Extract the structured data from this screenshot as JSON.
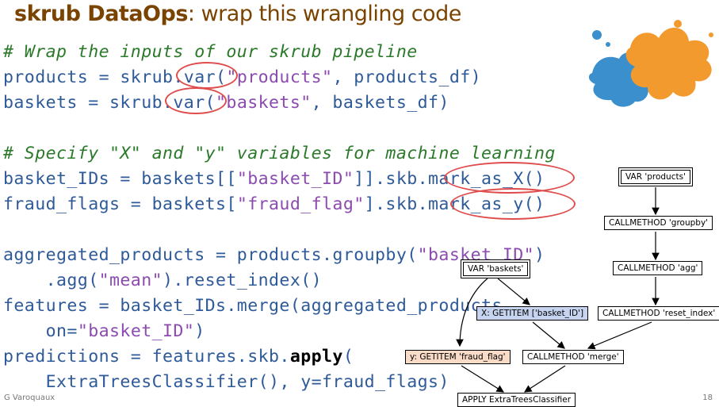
{
  "slide": {
    "title_bold": "skrub DataOps",
    "title_rest": ": wrap this wrangling code",
    "author": "G Varoquaux",
    "page_number": "18"
  },
  "code": {
    "line1": "# Wrap the inputs of our skrub pipeline",
    "l2a": "products = skrub.var(",
    "l2s": "\"products\"",
    "l2b": ", products_df)",
    "l3a": "baskets = skrub.var(",
    "l3s": "\"baskets\"",
    "l3b": ", baskets_df)",
    "line5": "# Specify \"X\" and \"y\" variables for machine learning",
    "l6a": "basket_IDs = baskets[[",
    "l6s": "\"basket_ID\"",
    "l6b": "]].skb.mark_as_X()",
    "l7a": "fraud_flags = baskets[",
    "l7s": "\"fraud_flag\"",
    "l7b": "].skb.mark_as_y()",
    "l9a": "aggregated_products = products.groupby(",
    "l9s": "\"basket_ID\"",
    "l9b": ")",
    "l10a": "    .agg(",
    "l10s": "\"mean\"",
    "l10b": ").reset_index()",
    "l11": "features = basket_IDs.merge(aggregated_products,",
    "l12a": "    on=",
    "l12s": "\"basket_ID\"",
    "l12b": ")",
    "l13a": "predictions = features.skb.",
    "l13k": "apply",
    "l13b": "(",
    "l14": "    ExtraTreesClassifier(), y=fraud_flags)"
  },
  "graph": {
    "var_products": "VAR 'products'",
    "groupby": "CALLMETHOD 'groupby'",
    "agg": "CALLMETHOD 'agg'",
    "reset_index": "CALLMETHOD 'reset_index'",
    "var_baskets": "VAR 'baskets'",
    "getitem_x": "X: GETITEM ['basket_ID']",
    "getitem_y": "y: GETITEM 'fraud_flag'",
    "merge": "CALLMETHOD 'merge'",
    "apply": "APPLY ExtraTreesClassifier"
  },
  "colors": {
    "title": "#7a4300",
    "code": "#2e5a9a",
    "comment": "#2a7a2a",
    "string": "#8b4bb0",
    "highlight_ring": "#e04c4c",
    "node_x": "#c6d4f0",
    "node_y": "#fadbc8",
    "splash_blue": "#3a8fcc",
    "splash_orange": "#f39a2f"
  }
}
